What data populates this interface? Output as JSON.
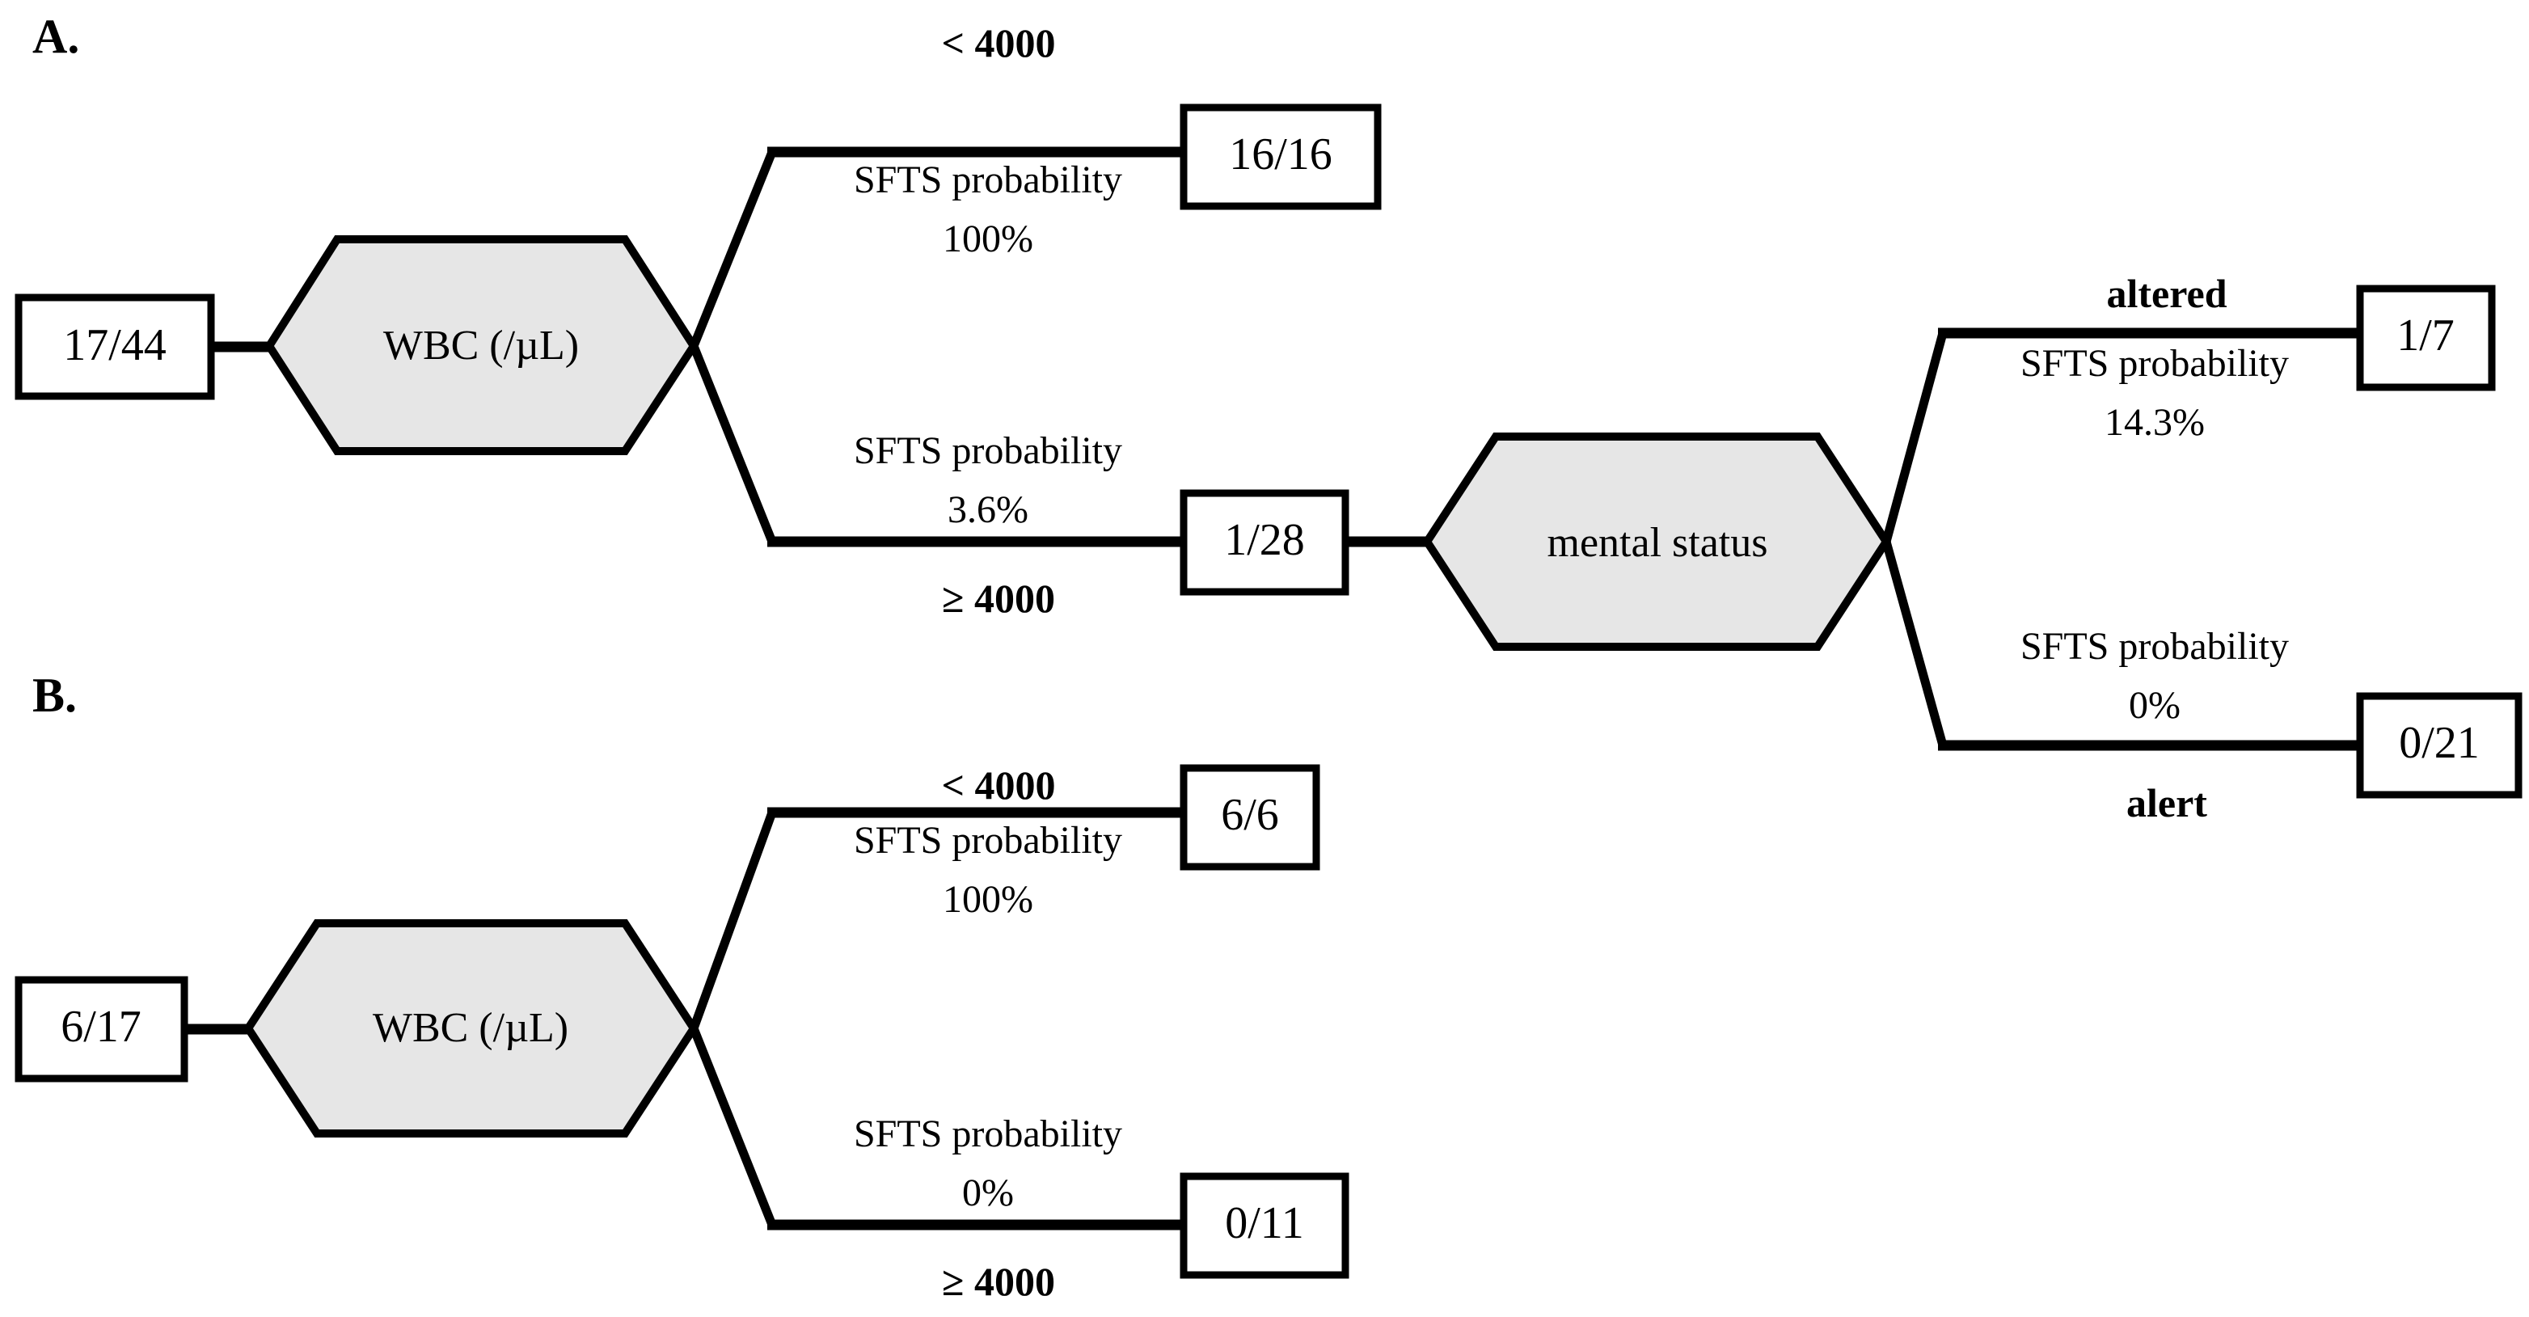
{
  "figure": {
    "title": "SFTS decision tree",
    "colors": {
      "decision_node_fill": "#e6e6e6",
      "stroke": "#000000",
      "leaf_fill": "#ffffff",
      "background": "#ffffff"
    }
  },
  "chart_data": {
    "type": "diagram",
    "subtype": "decision-tree",
    "panels": [
      {
        "label": "A.",
        "root_leaf": "17/44",
        "nodes": [
          {
            "id": "wbc",
            "text": "WBC (/µL)",
            "shape": "hexagon"
          },
          {
            "id": "mental",
            "text": "mental status",
            "shape": "hexagon"
          }
        ],
        "edges": [
          {
            "from": "wbc",
            "condition": "< 4000",
            "prob_label": "SFTS probability",
            "prob_value": "100%",
            "to_leaf": "16/16",
            "direction": "up"
          },
          {
            "from": "wbc",
            "condition": "≥ 4000",
            "prob_label": "SFTS probability",
            "prob_value": "3.6%",
            "to_leaf": "1/28",
            "direction": "down"
          },
          {
            "from": "mental",
            "condition": "altered",
            "prob_label": "SFTS probability",
            "prob_value": "14.3%",
            "to_leaf": "1/7",
            "direction": "up"
          },
          {
            "from": "mental",
            "condition": "alert",
            "prob_label": "SFTS probability",
            "prob_value": "0%",
            "to_leaf": "0/21",
            "direction": "down"
          }
        ]
      },
      {
        "label": "B.",
        "root_leaf": "6/17",
        "nodes": [
          {
            "id": "wbc_b",
            "text": "WBC (/µL)",
            "shape": "hexagon"
          }
        ],
        "edges": [
          {
            "from": "wbc_b",
            "condition": "< 4000",
            "prob_label": "SFTS probability",
            "prob_value": "100%",
            "to_leaf": "6/6",
            "direction": "up"
          },
          {
            "from": "wbc_b",
            "condition": "≥ 4000",
            "prob_label": "SFTS probability",
            "prob_value": "0%",
            "to_leaf": "0/11",
            "direction": "down"
          }
        ]
      }
    ]
  },
  "panelA": {
    "label": "A.",
    "root": {
      "value": "17/44"
    },
    "wbc_node": {
      "text": "WBC (/µL)"
    },
    "mental_node": {
      "text": "mental status"
    },
    "branch_lt": {
      "condition": "< 4000",
      "prob_label": "SFTS probability",
      "prob_value": "100%",
      "leaf": "16/16"
    },
    "branch_ge": {
      "condition_symbol": "≥",
      "condition_value": "4000",
      "condition": "≥ 4000",
      "prob_label": "SFTS probability",
      "prob_value": "3.6%",
      "leaf": "1/28"
    },
    "branch_altered": {
      "condition": "altered",
      "prob_label": "SFTS probability",
      "prob_value": "14.3%",
      "leaf": "1/7"
    },
    "branch_alert": {
      "condition": "alert",
      "prob_label": "SFTS probability",
      "prob_value": "0%",
      "leaf": "0/21"
    }
  },
  "panelB": {
    "label": "B.",
    "root": {
      "value": "6/17"
    },
    "wbc_node": {
      "text": "WBC (/µL)"
    },
    "branch_lt": {
      "condition": "< 4000",
      "prob_label": "SFTS probability",
      "prob_value": "100%",
      "leaf": "6/6"
    },
    "branch_ge": {
      "condition_symbol": "≥",
      "condition_value": "4000",
      "condition": "≥ 4000",
      "prob_label": "SFTS probability",
      "prob_value": "0%",
      "leaf": "0/11"
    }
  }
}
